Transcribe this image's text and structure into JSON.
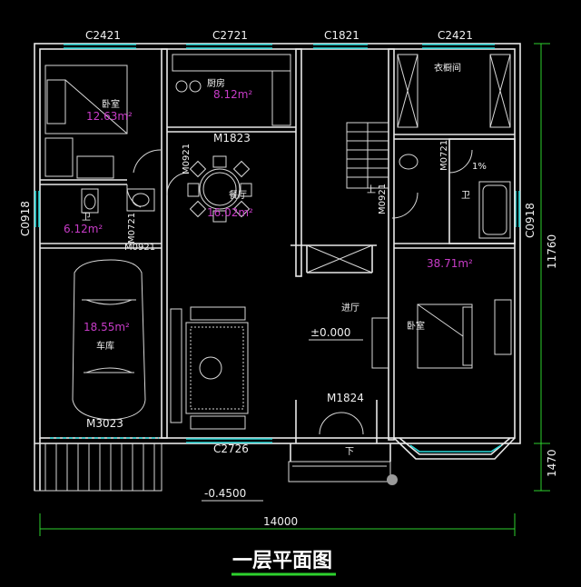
{
  "title": "一层平面图",
  "windows": {
    "top": [
      "C2421",
      "C2721",
      "C1821",
      "C2421"
    ],
    "left": "C0918",
    "right": "C0918",
    "bottom": "C2726",
    "garage": "M3023"
  },
  "doors": [
    "M1823",
    "M0921",
    "M0721",
    "M0921",
    "M0921",
    "M0721",
    "M1824"
  ],
  "rooms": [
    {
      "name": "卧室",
      "area": "12.63m²"
    },
    {
      "name": "厨房",
      "area": "8.12m²"
    },
    {
      "name": "餐厅",
      "area": "16.02m²"
    },
    {
      "name": "卫",
      "area": "6.12m²"
    },
    {
      "name": "车库",
      "area": "18.55m²"
    },
    {
      "name": "衣橱间",
      "area": ""
    },
    {
      "name": "卫",
      "area": ""
    },
    {
      "name": "卧室",
      "area": "38.71m²"
    },
    {
      "name": "进厅",
      "area": ""
    }
  ],
  "levels": [
    "±0.000",
    "-0.4500"
  ],
  "slope": "1%",
  "stair_label": "上",
  "entry_label": "下",
  "dimensions": {
    "total_width": "14000",
    "total_depth": "11760",
    "porch_depth": "1470"
  },
  "colors": {
    "walls": "#e8e8e8",
    "windows": "#29d7d7",
    "dims": "#2ed12e",
    "area_text": "#c83cc8",
    "background": "#000000"
  }
}
